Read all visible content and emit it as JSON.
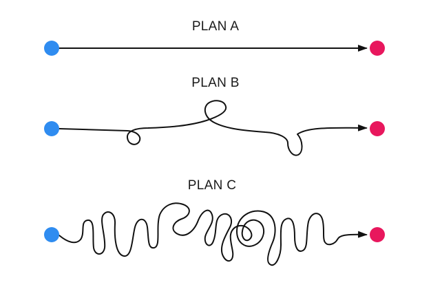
{
  "colors": {
    "start_dot": "#2f8cf0",
    "end_dot": "#e8175d",
    "line": "#111111"
  },
  "plans": [
    {
      "label": "PLAN A",
      "route": "straight"
    },
    {
      "label": "PLAN B",
      "route": "few loops"
    },
    {
      "label": "PLAN C",
      "route": "many loops"
    }
  ]
}
